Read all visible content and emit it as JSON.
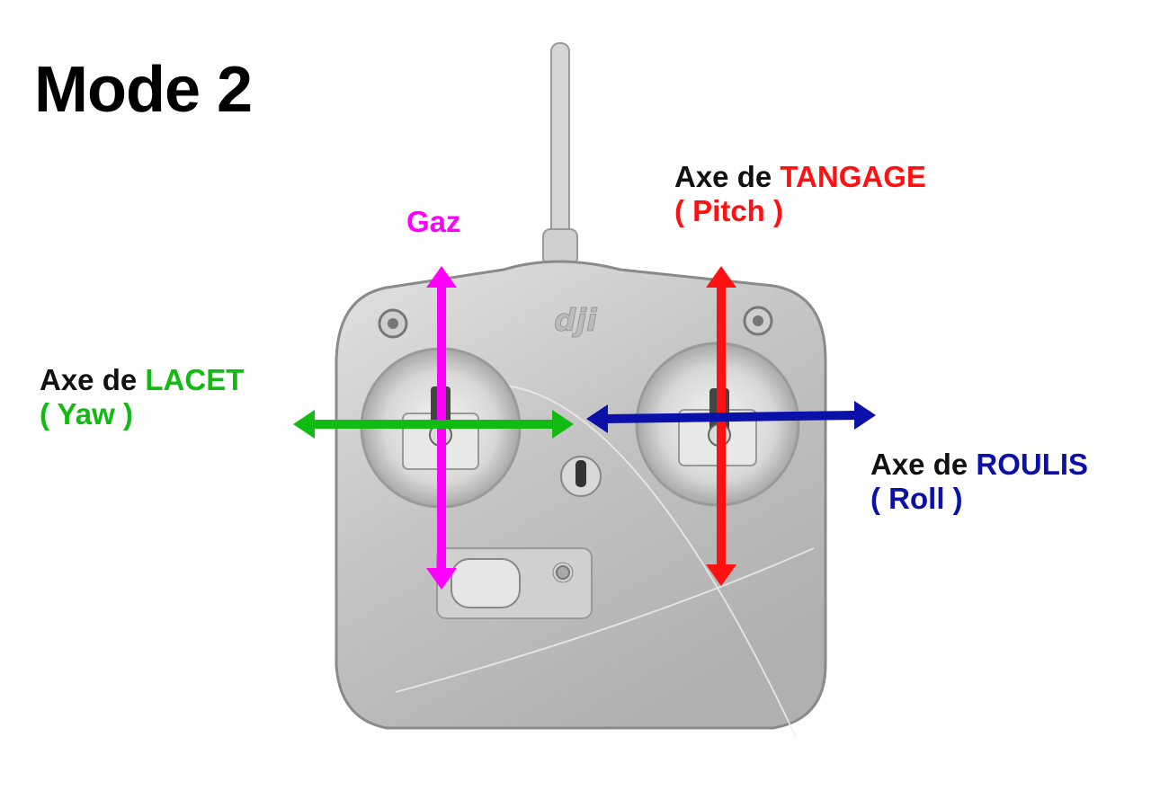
{
  "title": "Mode 2",
  "brand_logo": "dji",
  "colors": {
    "throttle": "#ff00ff",
    "yaw": "#11bb11",
    "pitch": "#ff1111",
    "roll": "#0a10a8",
    "label_black": "#111111",
    "controller_body": "#c9c9c9"
  },
  "labels": {
    "gaz": "Gaz",
    "lacet_prefix": "Axe de",
    "lacet_name": "LACET",
    "lacet_sub": "( Yaw )",
    "tangage_prefix": "Axe de",
    "tangage_name": "TANGAGE",
    "tangage_sub": "( Pitch )",
    "roulis_prefix": "Axe de",
    "roulis_name": "ROULIS",
    "roulis_sub": "( Roll )"
  },
  "arrows": {
    "throttle": "vertical-double-arrow",
    "yaw": "horizontal-double-arrow",
    "pitch": "vertical-double-arrow",
    "roll": "horizontal-double-arrow"
  }
}
